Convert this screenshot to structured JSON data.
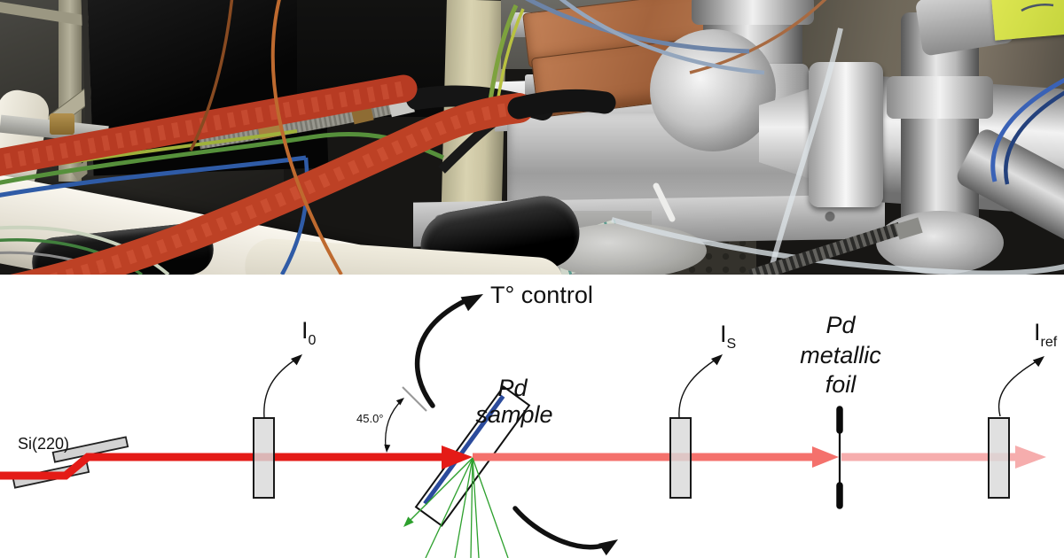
{
  "colors": {
    "beam_bright": "#e41b17",
    "beam_mid": "#f4716c",
    "beam_faint": "#f6adad",
    "fluorescence_green": "#2da02d",
    "sample_face_blue": "#2b4b9c",
    "detector_fill": "#d9d9d9",
    "crystal_fill": "#d2d2d2",
    "angle_gray": "#999999",
    "line_black": "#111111"
  },
  "diagram": {
    "monochromator_label": "Si(220)",
    "angle_label": "45.0°",
    "temperature_control_label": "T° control",
    "sample_label": {
      "lines": [
        "Pd",
        "sample"
      ]
    },
    "foil_label": {
      "lines": [
        "Pd",
        "metallic",
        "foil"
      ]
    },
    "detector_labels": [
      {
        "base": "I",
        "sub": "0"
      },
      {
        "base": "I",
        "sub": "S"
      },
      {
        "base": "I",
        "sub": "ref"
      }
    ]
  }
}
